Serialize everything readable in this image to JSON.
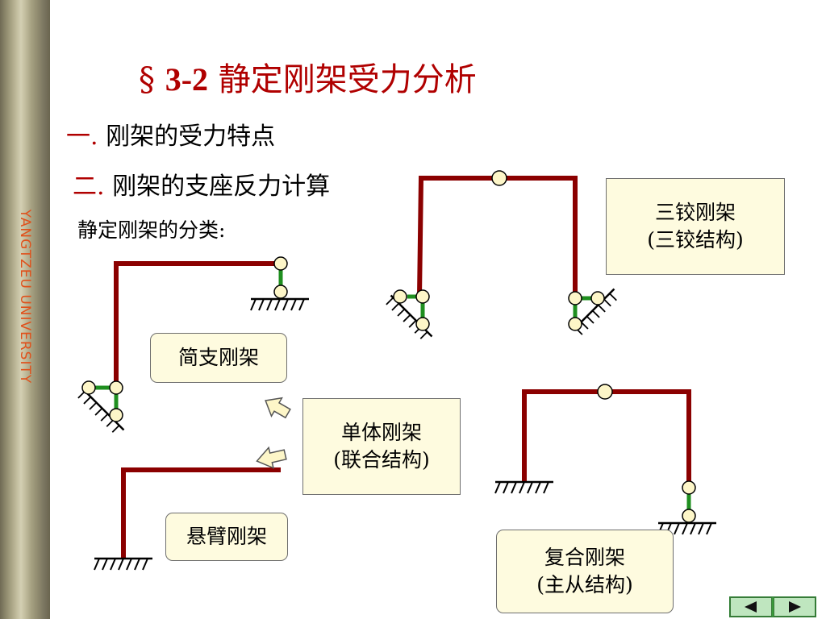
{
  "sidebar": {
    "text": "YANGTZEU   UNIVERSITY"
  },
  "title": {
    "section_mark": "§",
    "number": "3-2",
    "text": "静定刚架受力分析"
  },
  "headings": [
    {
      "mark": "一.",
      "text": "刚架的受力特点"
    },
    {
      "mark": "二.",
      "text": "刚架的支座反力计算"
    }
  ],
  "subheading": "静定刚架的分类:",
  "labels": {
    "three_hinge": {
      "line1": "三铰刚架",
      "line2": "(三铰结构)"
    },
    "simply_supported": {
      "line1": "简支刚架"
    },
    "single_body": {
      "line1": "单体刚架",
      "line2": "(联合结构)"
    },
    "cantilever": {
      "line1": "悬臂刚架"
    },
    "composite": {
      "line1": "复合刚架",
      "line2": "(主从结构)"
    }
  },
  "colors": {
    "frame": "#8b0000",
    "link": "#1f8f1f",
    "hinge_fill": "#fdf6c8",
    "box_fill": "#fefbdf",
    "title": "#b00000",
    "sidebar_text": "#e0501a"
  },
  "nav": {
    "prev_icon": "triangle-left-icon",
    "next_icon": "triangle-right-icon"
  }
}
